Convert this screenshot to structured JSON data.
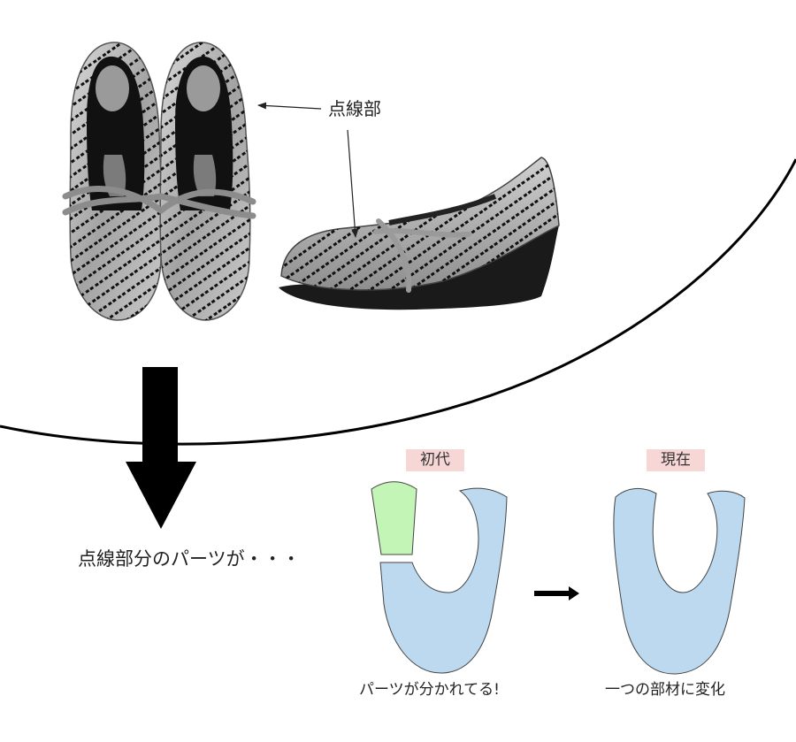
{
  "photo": {
    "callout_label": "点線部"
  },
  "flow": {
    "caption": "点線部分のパーツが・・・"
  },
  "comparison": {
    "before": {
      "tag": "初代",
      "caption": "パーツが分かれてる!"
    },
    "after": {
      "tag": "現在",
      "caption": "一つの部材に変化"
    }
  },
  "colors": {
    "upper_part": "#bcd9ef",
    "heel_part": "#c3f5b6",
    "tag_background": "#f7d6d6",
    "shoe_metal": "#b0b0b0",
    "sole": "#1a1a1a",
    "arrow": "#000000"
  }
}
